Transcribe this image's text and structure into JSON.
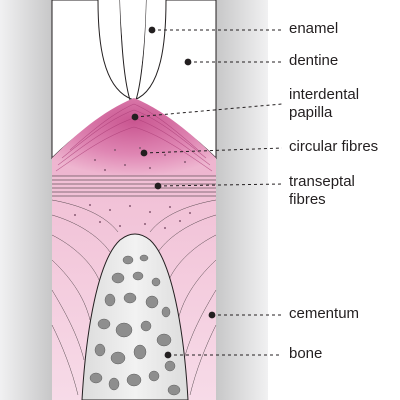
{
  "figure": {
    "labels": {
      "enamel": "enamel",
      "dentine": "dentine",
      "interdental_papilla": [
        "interdental",
        "papilla"
      ],
      "circular_fibres": "circular fibres",
      "transeptal_fibres": [
        "transeptal",
        "fibres"
      ],
      "cementum": "cementum",
      "bone": "bone"
    },
    "colors": {
      "tooth_shade": "#d9d9da",
      "enamel": "#ffffff",
      "papilla": "#d66fa1",
      "connective_tissue": "#f3d2e2",
      "fibre_region": "#efc3d7",
      "bone": "#ebebeb",
      "bone_cavities": "#8e8e8e",
      "line": "#231f20"
    }
  }
}
